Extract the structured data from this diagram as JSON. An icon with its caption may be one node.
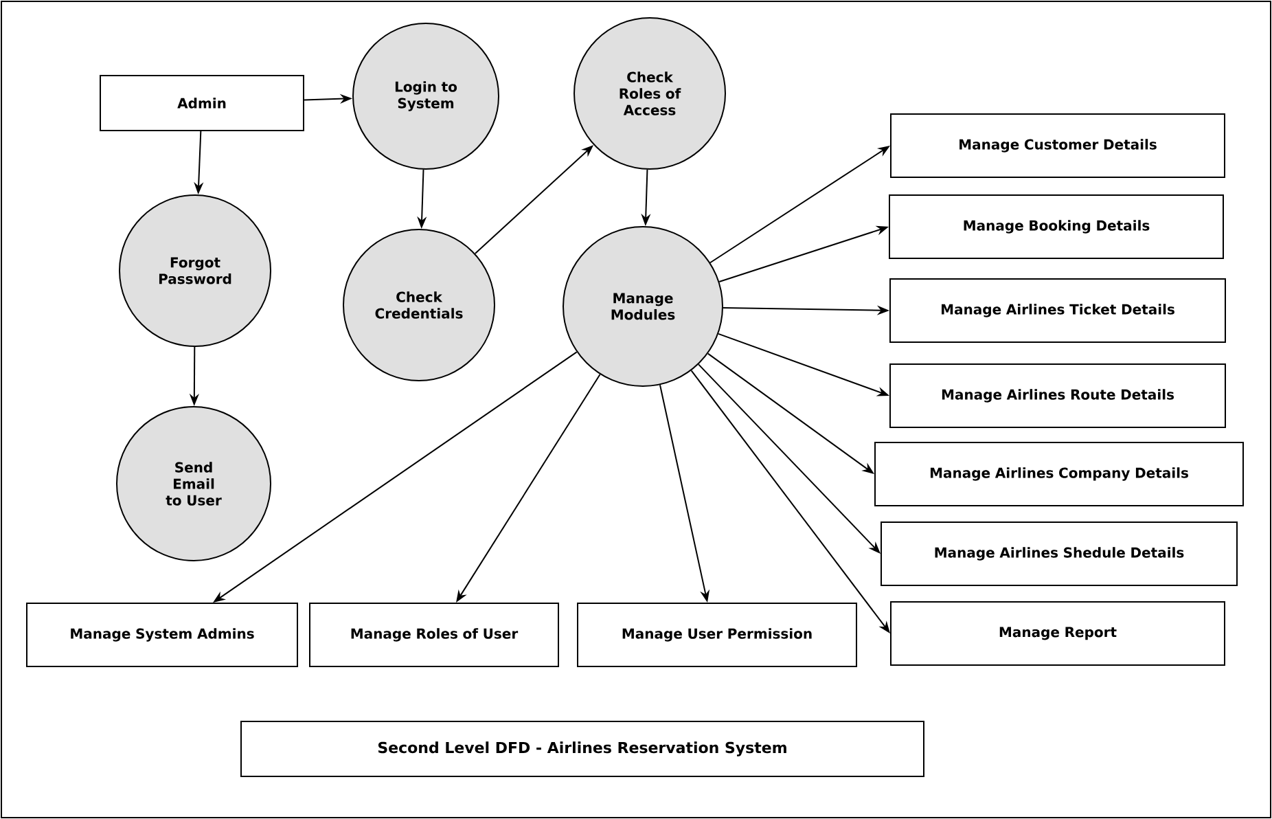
{
  "diagram": {
    "title": "Second Level DFD - Airlines Reservation System",
    "nodes": [
      {
        "text": [
          "Admin"
        ]
      },
      {
        "text": [
          "Login to System"
        ]
      },
      {
        "text": [
          "Check Roles of Access"
        ]
      },
      {
        "text": [
          "Forgot Password"
        ]
      },
      {
        "text": [
          "Check Credentials"
        ]
      },
      {
        "text": [
          "Manage Modules"
        ]
      },
      {
        "text": [
          "Send Email to User"
        ]
      },
      {
        "text": [
          "Manage Customer Details"
        ]
      },
      {
        "text": [
          "Manage Booking Details"
        ]
      },
      {
        "text": [
          "Manage Airlines Ticket Details"
        ]
      },
      {
        "text": [
          "Manage Airlines Route Details"
        ]
      },
      {
        "text": [
          "Manage Airlines Company Details"
        ]
      },
      {
        "text": [
          "Manage Airlines Shedule Details"
        ]
      },
      {
        "text": [
          "Manage System Admins"
        ]
      },
      {
        "text": [
          "Manage Roles of User"
        ]
      },
      {
        "text": [
          "Manage User Permission"
        ]
      },
      {
        "text": [
          "Manage Report"
        ]
      }
    ],
    "edges": [
      {
        "from": 0,
        "to": 1,
        "arrow": "to"
      },
      {
        "from": 0,
        "to": 3,
        "arrow": "to"
      },
      {
        "from": 1,
        "to": 4,
        "arrow": "to"
      },
      {
        "from": 4,
        "to": 2,
        "arrow": "to"
      },
      {
        "from": 2,
        "to": 5,
        "arrow": "to"
      },
      {
        "from": 3,
        "to": 6,
        "arrow": "to"
      },
      {
        "from": 5,
        "to": 7,
        "arrow": "to"
      },
      {
        "from": 5,
        "to": 8,
        "arrow": "to"
      },
      {
        "from": 5,
        "to": 9,
        "arrow": "to"
      },
      {
        "from": 5,
        "to": 10,
        "arrow": "to"
      },
      {
        "from": 5,
        "to": 11,
        "arrow": "to"
      },
      {
        "from": 5,
        "to": 12,
        "arrow": "to"
      },
      {
        "from": 5,
        "to": 13,
        "arrow": "to"
      },
      {
        "from": 5,
        "to": 14,
        "arrow": "to"
      },
      {
        "from": 5,
        "to": 15,
        "arrow": "to"
      },
      {
        "from": 5,
        "to": 16,
        "arrow": "to"
      }
    ]
  }
}
